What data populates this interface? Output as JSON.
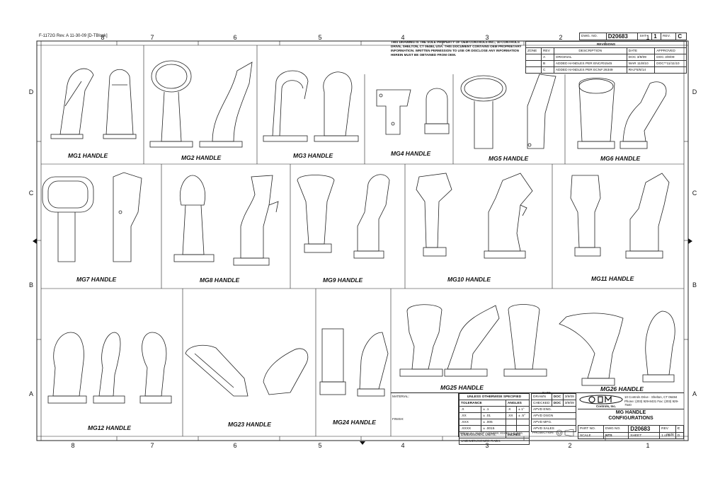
{
  "form_ref": "F-1172G Rev. A 11-30-09 [D-TBlock]",
  "zones": {
    "numbers": [
      "8",
      "7",
      "6",
      "5",
      "4",
      "3",
      "2",
      "1"
    ],
    "letters": [
      "D",
      "C",
      "B",
      "A"
    ]
  },
  "proprietary_notice": "THIS DRAWING IS THE SOLE PROPERTY OF OEM CONTROLS INC., 10 CONTROLS DRIVE, SHELTON, CT 06484, USA. THIS DOCUMENT CONTAINS OEM PROPRIETARY INFORMATION. WRITTEN PERMISSION TO USE OR DISCLOSE ANY INFORMATION HEREIN MUST BE OBTAINED FROM OEM.",
  "header": {
    "dwg_label": "DWG. NO.",
    "dwg_no": "D20683",
    "sht_label": "SHT",
    "sht": "1",
    "rev_label": "REV.",
    "rev": "C"
  },
  "revisions": {
    "title": "REVISIONS",
    "columns": [
      "ZONE",
      "REV",
      "DESCRIPTION",
      "DATE",
      "APPROVED"
    ],
    "rows": [
      {
        "zone": "",
        "rev": "A",
        "desc": "ORIGINAL",
        "date": "DOC 3/9/09",
        "approved": "DOC 3/9/09"
      },
      {
        "zone": "",
        "rev": "B",
        "desc": "ADDED HANDLES PER ENC#01545",
        "date": "WAR 11/8/10",
        "approved": "DOC**11/11/10"
      },
      {
        "zone": "",
        "rev": "C",
        "desc": "ADDED HANDLES PER ECN# 26349",
        "date": "RHJ*5/6/14",
        "approved": ""
      }
    ]
  },
  "captions": [
    "MG1 HANDLE",
    "MG2 HANDLE",
    "MG3 HANDLE",
    "MG4 HANDLE",
    "MG5 HANDLE",
    "MG6 HANDLE",
    "MG7 HANDLE",
    "MG8 HANDLE",
    "MG9 HANDLE",
    "MG10 HANDLE",
    "MG11 HANDLE",
    "MG12 HANDLE",
    "MG23 HANDLE",
    "MG24 HANDLE",
    "MG25 HANDLE",
    "MG26 HANDLE"
  ],
  "title_block": {
    "material": "MATERIAL:",
    "finish": "FINISH:",
    "unless": "UNLESS OTHERWISE SPECIFIED",
    "tolerance": "TOLERANCE",
    "angles": "ANGLES",
    "tol_rows": [
      {
        "a": ".X",
        "b": "± .1",
        "c": ".X",
        "d": "± 1°"
      },
      {
        "a": ".XX",
        "b": "± .01",
        "c": ".XX",
        "d": "± .5°"
      },
      {
        "a": ".XXX",
        "b": "± .005",
        "c": "",
        "d": ""
      },
      {
        "a": ".XXXX",
        "b": "± .0015",
        "c": "",
        "d": ""
      }
    ],
    "dim_units_label": "DIMENSIONAL UNITS:",
    "dim_units": "INCHES",
    "undim_radii": "UNDIMENSIONED RADII:",
    "break_edges": "BREAK ALL SHARP CORNERS, EDGES & BURRS.",
    "drawn_label": "DRAWN",
    "drawn": "DOC",
    "checked_label": "CHECKED",
    "checked": "DOC",
    "date_label": "DATE",
    "date1": "3/9/09",
    "date2": "3/9/09",
    "apvd_eng": "APVD ENG.",
    "apvd_dsgn": "APVD DSGN",
    "apvd_mfg": "APVD MFG.",
    "apvd_sales": "APVD SALES",
    "projection": "PROJECTION",
    "scale_label": "SCALE",
    "scale": "NTS",
    "company": "Controls, Inc.",
    "address1": "10 Controls Drive - Shelton, CT 06484",
    "address2": "Phone: (203) 929-8431 Fax: (203) 929-7540",
    "title1": "MG HANDLE",
    "title2": "CONFIGURATIONS",
    "part_label": "PART NO.",
    "dwg_label": "DWG NO.",
    "dwg": "D20683",
    "rev_label": "REV",
    "rev": "C",
    "sheet_label": "SHEET",
    "sheet": "1 of 1",
    "size_label": "SIZE",
    "size": "D"
  }
}
